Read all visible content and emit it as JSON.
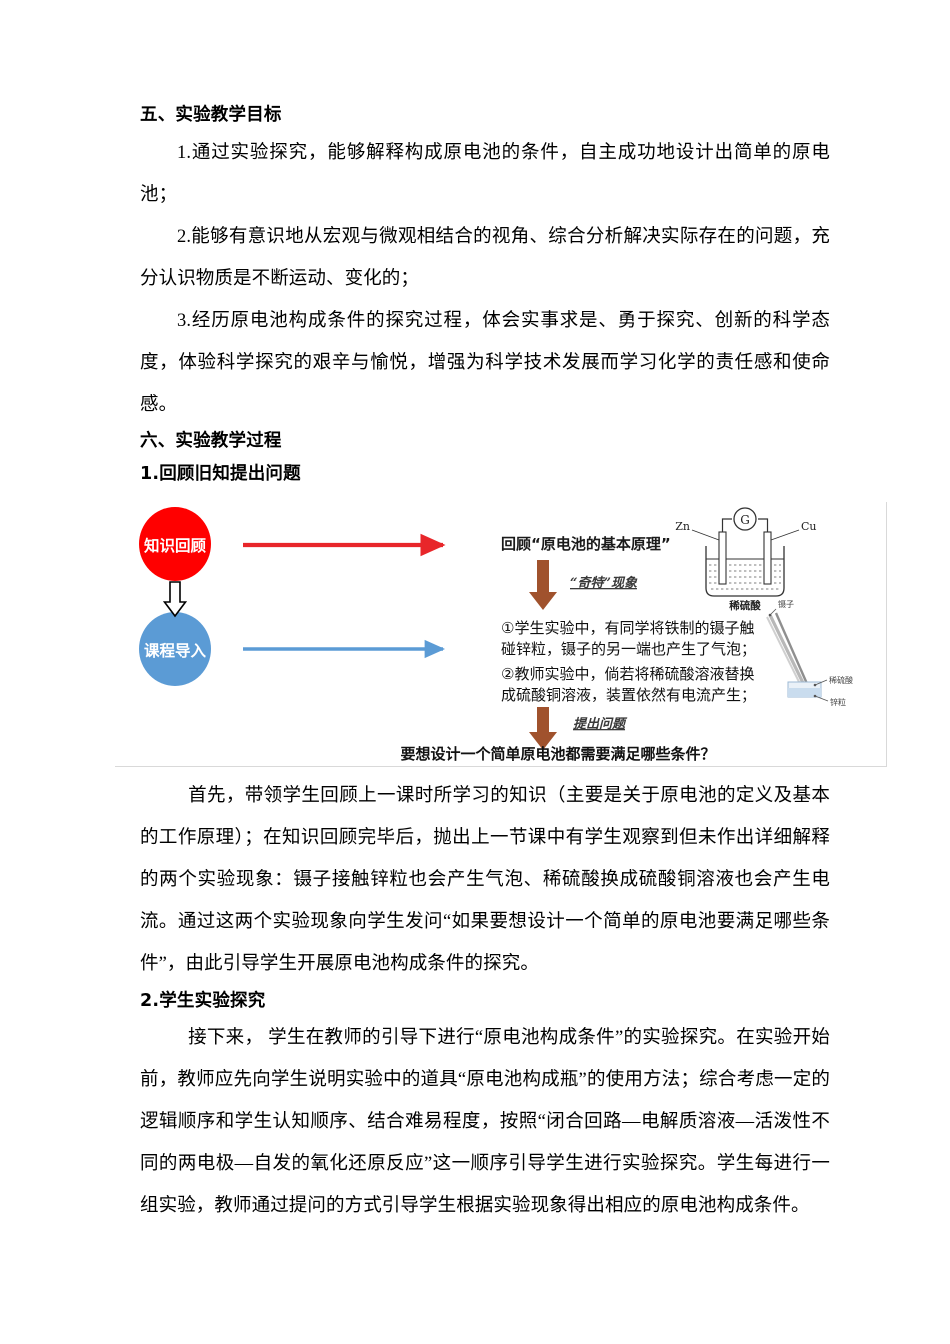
{
  "document": {
    "sections": [
      {
        "id": "objectives",
        "heading": "五、实验教学目标",
        "items": [
          "1.通过实验探究，能够解释构成原电池的条件，自主成功地设计出简单的原电池；",
          "2.能够有意识地从宏观与微观相结合的视角、综合分析解决实际存在的问题，充分认识物质是不断运动、变化的；",
          "3.经历原电池构成条件的探究过程，体会实事求是、勇于探究、创新的科学态度，体验科学探究的艰辛与愉悦，增强为科学技术发展而学习化学的责任感和使命感。"
        ]
      },
      {
        "id": "process",
        "heading": "六、实验教学过程",
        "sub1_heading": "1.回顾旧知提出问题",
        "para1": "首先，带领学生回顾上一课时所学习的知识（主要是关于原电池的定义及基本的工作原理）；在知识回顾完毕后，抛出上一节课中有学生观察到但未作出详细解释的两个实验现象：镊子接触锌粒也会产生气泡、稀硫酸换成硫酸铜溶液也会产生电流。通过这两个实验现象向学生发问“如果要想设计一个简单的原电池要满足哪些条件”，由此引导学生开展原电池构成条件的探究。",
        "sub2_heading": "2.学生实验探究",
        "para2": "接下来， 学生在教师的引导下进行“原电池构成条件”的实验探究。在实验开始前，教师应先向学生说明实验中的道具“原电池构成瓶”的使用方法；综合考虑一定的逻辑顺序和学生认知顺序、结合难易程度，按照“闭合回路—电解质溶液—活泼性不同的两电极—自发的氧化还原反应”这一顺序引导学生进行实验探究。学生每进行一组实验，教师通过提问的方式引导学生根据实验现象得出相应的原电池构成条件。"
      }
    ]
  },
  "diagram": {
    "node_review": "知识回顾",
    "node_intro": "课程导入",
    "flow_title": "回顾“原电池的基本原理”",
    "label_strange": "“奇特”现象",
    "item1": "①学生实验中，有同学将铁制的镊子触",
    "item1b": "碰锌粒，镊子的另一端也产生了气泡；",
    "item2": "②教师实验中，倘若将稀硫酸溶液替换",
    "item2b": "成硫酸铜溶液，装置依然有电流产生；",
    "label_question": "提出问题",
    "conclusion": "要想设计一个简单原电池都需要满足哪些条件？",
    "cell": {
      "meter": "G",
      "electrode_left": "Zn",
      "electrode_right": "Cu",
      "solution": "稀硫酸"
    },
    "tweezer": {
      "label_tweezer": "镊子",
      "label_acid": "稀硫酸",
      "label_zinc": "锌粒"
    },
    "colors": {
      "red_circle": "#FF0000",
      "blue_circle": "#5B9BD5",
      "red_arrow": "#E8262A",
      "blue_arrow": "#5B9BD5",
      "brown_arrow": "#A0522D",
      "black_arrow": "#000000",
      "frame_border": "#D9D9D9"
    }
  }
}
